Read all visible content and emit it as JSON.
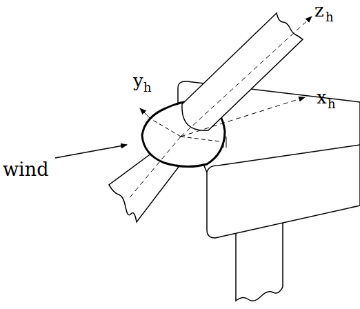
{
  "diagram": {
    "labels": [
      "z",
      "h",
      "y",
      "h",
      "x",
      "h",
      "wind"
    ]
  }
}
